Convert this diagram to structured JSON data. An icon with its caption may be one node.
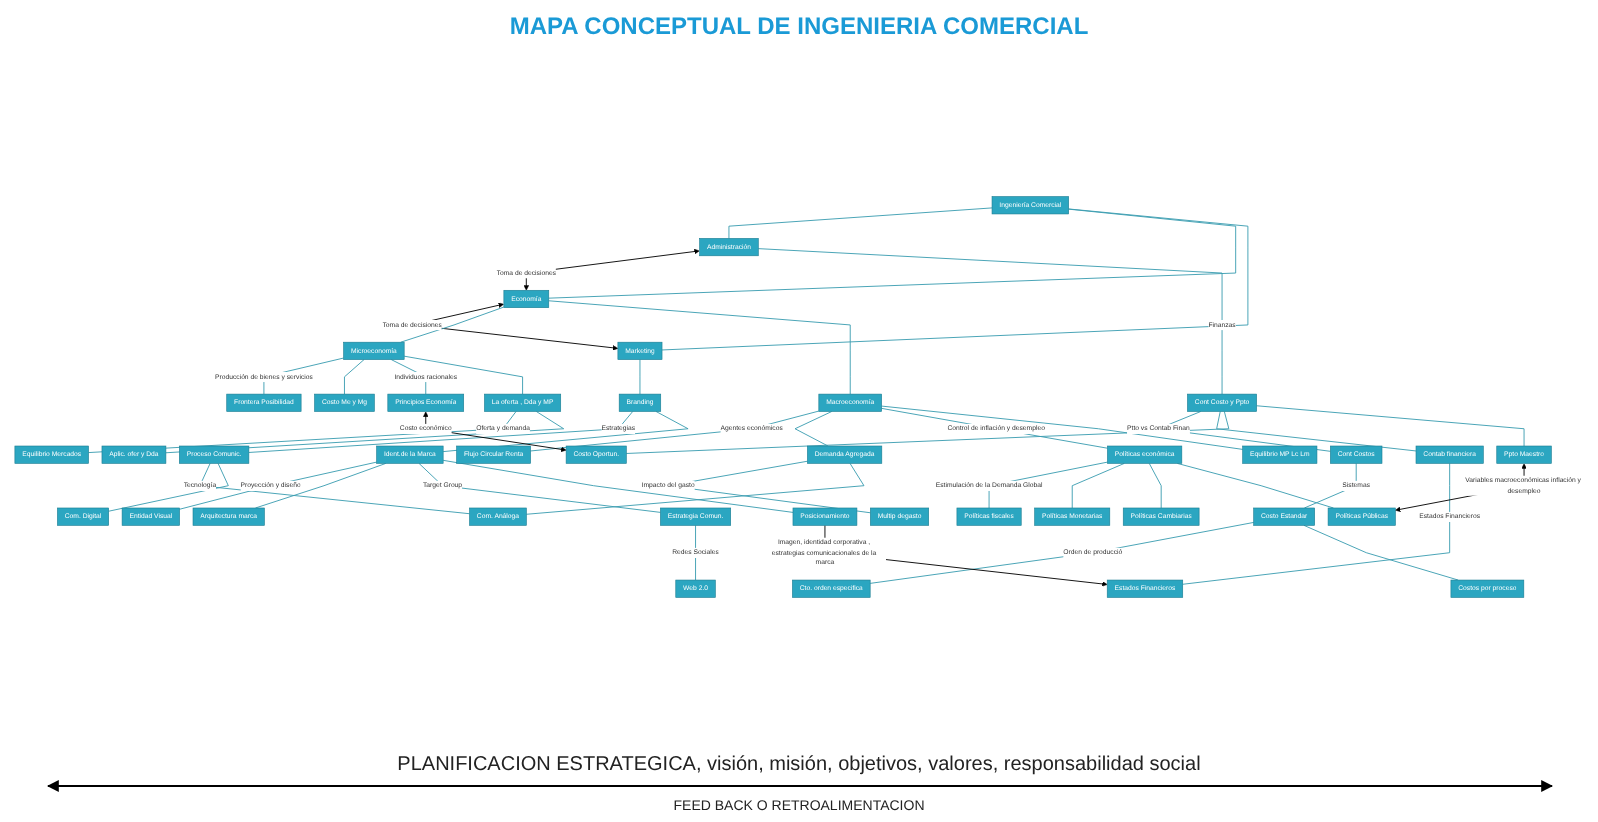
{
  "diagram": {
    "title": "MAPA CONCEPTUAL DE INGENIERIA COMERCIAL",
    "nodes": [
      {
        "text": [
          "Ingeniería Comercial"
        ]
      },
      {
        "text": [
          "Administración"
        ]
      },
      {
        "text": [
          "Economía"
        ]
      },
      {
        "text": [
          "Marketing"
        ]
      },
      {
        "text": [
          "Cont Costo y Ppto"
        ]
      },
      {
        "text": [
          "Microeconomía"
        ]
      },
      {
        "text": [
          "Macroeconomía"
        ]
      },
      {
        "text": [
          "Branding"
        ]
      },
      {
        "text": [
          "Cont Costos"
        ]
      },
      {
        "text": [
          "Contab financiera"
        ]
      },
      {
        "text": [
          "Costo Estandar"
        ]
      },
      {
        "text": [
          "Cto. orden especifica"
        ]
      },
      {
        "text": [
          "Costos por proceso"
        ]
      },
      {
        "text": [
          "Costo Oportun."
        ]
      },
      {
        "text": [
          "Ppto Maestro"
        ]
      },
      {
        "text": [
          "Estados Financieros"
        ]
      },
      {
        "text": [
          "Frontera Posibilidad"
        ]
      },
      {
        "text": [
          "Costo Me y Mg"
        ]
      },
      {
        "text": [
          "Principios Economía"
        ]
      },
      {
        "text": [
          "La oferta , Dda y MP"
        ]
      },
      {
        "text": [
          "Equilibrio Mercados"
        ]
      },
      {
        "text": [
          "Aplic. ofer y Dda"
        ]
      },
      {
        "text": [
          "Flujo Circular Renta"
        ]
      },
      {
        "text": [
          "Demanda Agregada"
        ]
      },
      {
        "text": [
          "Multip degasto"
        ]
      },
      {
        "text": [
          "Com. Análoga"
        ]
      },
      {
        "text": [
          "Com. Digital"
        ]
      },
      {
        "text": [
          "Equilibrio MP Lc Lm"
        ]
      },
      {
        "text": [
          "Políticas económica"
        ]
      },
      {
        "text": [
          "Políticas fiscales"
        ]
      },
      {
        "text": [
          "Políticas Monetarias"
        ]
      },
      {
        "text": [
          "Políticas Cambiarias"
        ]
      },
      {
        "text": [
          "Políticas Públicas"
        ]
      },
      {
        "text": [
          "Proceso Comunic."
        ]
      },
      {
        "text": [
          "Ident.de la Marca"
        ]
      },
      {
        "text": [
          "Entidad Visual"
        ]
      },
      {
        "text": [
          "Arquitectura marca"
        ]
      },
      {
        "text": [
          "Estrategia Comun."
        ]
      },
      {
        "text": [
          "Posicionamiento"
        ]
      },
      {
        "text": [
          "Web 2.0"
        ]
      }
    ],
    "edges": [
      {
        "from": 0,
        "to": 1,
        "arrow": "none"
      },
      {
        "from": 0,
        "to": 2,
        "arrow": "none"
      },
      {
        "from": 0,
        "to": 3,
        "arrow": "none"
      },
      {
        "from": 1,
        "to": 2,
        "arrow": "both",
        "label": "Toma de decisiones",
        "color": "#000000"
      },
      {
        "from": 2,
        "to": 3,
        "arrow": "both",
        "label": "Toma de decisiones",
        "color": "#000000"
      },
      {
        "from": 1,
        "to": 4,
        "arrow": "none",
        "label": "Finanzas"
      },
      {
        "from": 2,
        "to": 5,
        "arrow": "none"
      },
      {
        "from": 2,
        "to": 6,
        "arrow": "none"
      },
      {
        "from": 3,
        "to": 7,
        "arrow": "none"
      },
      {
        "from": 4,
        "to": 8,
        "arrow": "none",
        "label": "Ptto vs Contab Finan"
      },
      {
        "from": 4,
        "to": 9,
        "arrow": "none"
      },
      {
        "from": 4,
        "to": 13,
        "arrow": "none"
      },
      {
        "from": 4,
        "to": 14,
        "arrow": "none"
      },
      {
        "from": 8,
        "to": 10,
        "arrow": "none",
        "label": "Sistemas"
      },
      {
        "from": 10,
        "to": 11,
        "arrow": "none",
        "label": "Orden de producció"
      },
      {
        "from": 10,
        "to": 12,
        "arrow": "none"
      },
      {
        "from": 9,
        "to": 15,
        "arrow": "none",
        "label": "Estados Financieros"
      },
      {
        "from": 5,
        "to": 16,
        "arrow": "none",
        "label": "Producción de bienes y servicios"
      },
      {
        "from": 5,
        "to": 17,
        "arrow": "none"
      },
      {
        "from": 5,
        "to": 18,
        "arrow": "none",
        "label": "Individuos racionales"
      },
      {
        "from": 5,
        "to": 19,
        "arrow": "none"
      },
      {
        "from": 19,
        "to": 20,
        "arrow": "none",
        "label": "Oferta y demanda"
      },
      {
        "from": 19,
        "to": 21,
        "arrow": "none"
      },
      {
        "from": 6,
        "to": 22,
        "arrow": "none",
        "label": "Agentes económicos"
      },
      {
        "from": 6,
        "to": 23,
        "arrow": "none"
      },
      {
        "from": 23,
        "to": 24,
        "arrow": "none",
        "label": "Impacto del gasto"
      },
      {
        "from": 23,
        "to": 25,
        "arrow": "none"
      },
      {
        "from": 6,
        "to": 28,
        "arrow": "none",
        "label": "Control de inflación y desempleo"
      },
      {
        "from": 6,
        "to": 27,
        "arrow": "none"
      },
      {
        "from": 28,
        "to": 29,
        "arrow": "none",
        "label": "Estimulación de la Demanda Global"
      },
      {
        "from": 28,
        "to": 30,
        "arrow": "none"
      },
      {
        "from": 28,
        "to": 31,
        "arrow": "none"
      },
      {
        "from": 28,
        "to": 32,
        "arrow": "none"
      },
      {
        "from": 7,
        "to": 33,
        "arrow": "none",
        "label": "Estrategias"
      },
      {
        "from": 7,
        "to": 34,
        "arrow": "none"
      },
      {
        "from": 33,
        "to": 25,
        "arrow": "none",
        "label": "Tecnología"
      },
      {
        "from": 33,
        "to": 26,
        "arrow": "none"
      },
      {
        "from": 34,
        "to": 35,
        "arrow": "none",
        "label": "Proyección y diseño"
      },
      {
        "from": 34,
        "to": 36,
        "arrow": "none"
      },
      {
        "from": 34,
        "to": 37,
        "arrow": "none",
        "label": "Target Group"
      },
      {
        "from": 34,
        "to": 38,
        "arrow": "none"
      },
      {
        "from": 37,
        "to": 39,
        "arrow": "none",
        "label": "Redes Sociales"
      },
      {
        "from": 18,
        "to": 13,
        "arrow": "both",
        "label": "Costo económico",
        "color": "#000000"
      },
      {
        "from": 38,
        "to": 15,
        "arrow": "to",
        "label": "Imagen, identidad corporativa , estrategias comunicacionales de la marca",
        "color": "#000000"
      },
      {
        "from": 14,
        "to": 32,
        "arrow": "both",
        "label": "Variables macroeconómicas inflación y desempleo",
        "color": "#000000"
      }
    ],
    "labels": [
      "PLANIFICACION ESTRATEGICA, visión, misión, objetivos, valores, responsabilidad social",
      "FEED BACK O RETROALIMENTACION"
    ]
  }
}
